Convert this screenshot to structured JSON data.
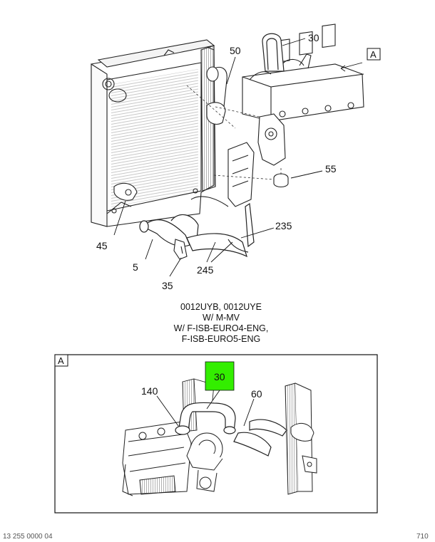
{
  "main_view": {
    "view_flag": "A",
    "callouts": [
      "30",
      "50",
      "55",
      "45",
      "5",
      "35",
      "245",
      "235"
    ]
  },
  "caption": {
    "lines": [
      "0012UYB, 0012UYE",
      "W/ M-MV",
      "W/ F-ISB-EURO4-ENG,",
      "F-ISB-EURO5-ENG"
    ]
  },
  "detail_view": {
    "label": "A",
    "highlight_callout": "30",
    "highlight_color": "#33ee00",
    "callouts": [
      "140",
      "60"
    ]
  },
  "footer": {
    "left": "13 255 0000 04",
    "right": "710"
  }
}
